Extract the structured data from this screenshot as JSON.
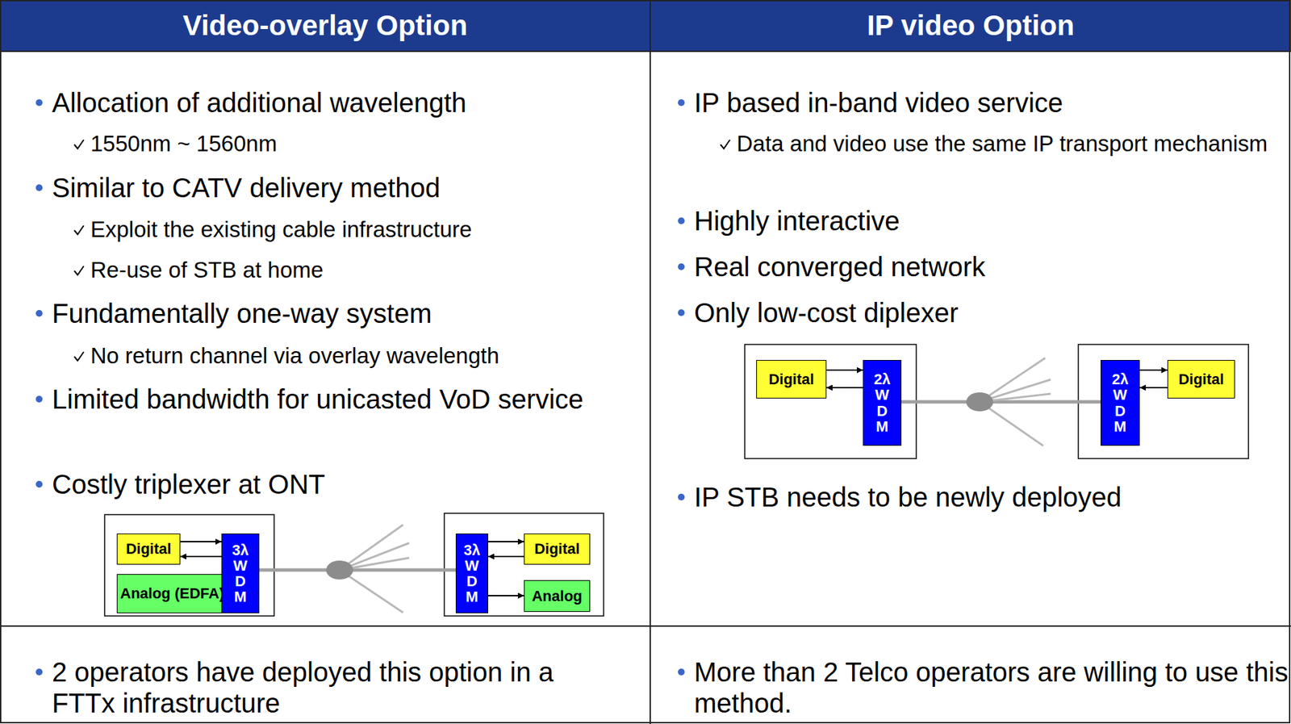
{
  "diagram": {
    "nodes": [
      {
        "text": [
          "Digital"
        ]
      },
      {
        "text": [
          "Analog (EDFA)"
        ]
      },
      {
        "text": [
          "3λ W D M"
        ]
      },
      {
        "text": [
          "3λ W D M"
        ]
      },
      {
        "text": [
          "Digital"
        ]
      },
      {
        "text": [
          "Analog"
        ]
      },
      {
        "text": [
          "Digital"
        ]
      },
      {
        "text": [
          "2λ W D M"
        ]
      },
      {
        "text": [
          "2λ W D M"
        ]
      },
      {
        "text": [
          "Digital"
        ]
      }
    ],
    "edges": [
      {
        "from": 0,
        "to": 2,
        "arrow": "to"
      },
      {
        "from": 2,
        "to": 0,
        "arrow": "to"
      },
      {
        "from": 1,
        "to": 2,
        "arrow": "to"
      },
      {
        "from": 2,
        "to": 3,
        "arrow": "none"
      },
      {
        "from": 3,
        "to": 4,
        "arrow": "to"
      },
      {
        "from": 4,
        "to": 3,
        "arrow": "to"
      },
      {
        "from": 3,
        "to": 5,
        "arrow": "to"
      },
      {
        "from": 6,
        "to": 7,
        "arrow": "to"
      },
      {
        "from": 7,
        "to": 6,
        "arrow": "to"
      },
      {
        "from": 7,
        "to": 8,
        "arrow": "none"
      },
      {
        "from": 8,
        "to": 9,
        "arrow": "to"
      },
      {
        "from": 9,
        "to": 8,
        "arrow": "to"
      }
    ],
    "labels": [
      "Video-overlay Option",
      "IP video Option",
      "Allocation of additional wavelength",
      "1550nm ~ 1560nm",
      "Similar to CATV delivery method",
      "Exploit the existing cable infrastructure",
      "Re-use of STB at home",
      "Fundamentally one-way system",
      "No return channel via overlay wavelength",
      "Limited bandwidth for unicasted VoD service",
      "Costly triplexer at ONT",
      "IP based in-band video service",
      "Data and video use the same IP transport mechanism",
      "Highly interactive",
      "Real converged network",
      "Only low-cost diplexer",
      "IP STB needs to be newly deployed",
      "2 operators have deployed this option in a FTTx infrastructure",
      "More than 2 Telco operators are willing to use this method."
    ]
  }
}
